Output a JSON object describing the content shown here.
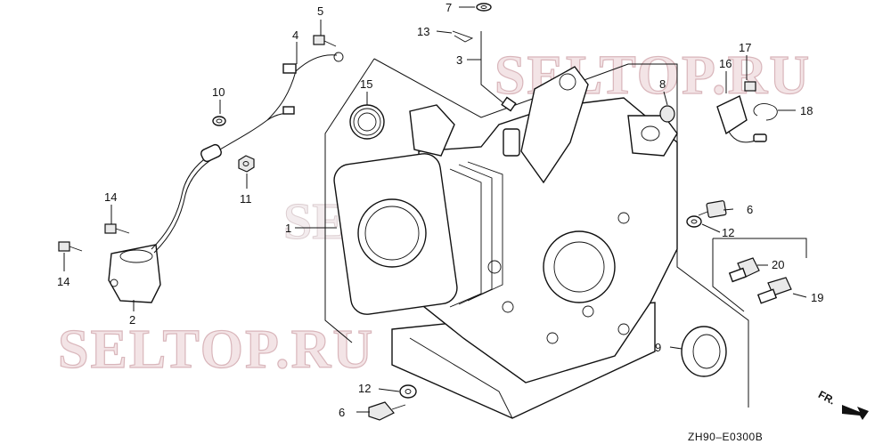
{
  "diagram": {
    "callouts": [
      {
        "id": "c1",
        "text": "1"
      },
      {
        "id": "c2",
        "text": "2"
      },
      {
        "id": "c3",
        "text": "3"
      },
      {
        "id": "c4",
        "text": "4"
      },
      {
        "id": "c5",
        "text": "5"
      },
      {
        "id": "c6a",
        "text": "6"
      },
      {
        "id": "c6b",
        "text": "6"
      },
      {
        "id": "c7",
        "text": "7"
      },
      {
        "id": "c8",
        "text": "8"
      },
      {
        "id": "c9",
        "text": "9"
      },
      {
        "id": "c10",
        "text": "10"
      },
      {
        "id": "c11",
        "text": "11"
      },
      {
        "id": "c12a",
        "text": "12"
      },
      {
        "id": "c12b",
        "text": "12"
      },
      {
        "id": "c13",
        "text": "13"
      },
      {
        "id": "c14a",
        "text": "14"
      },
      {
        "id": "c14b",
        "text": "14"
      },
      {
        "id": "c15",
        "text": "15"
      },
      {
        "id": "c16",
        "text": "16"
      },
      {
        "id": "c17",
        "text": "17"
      },
      {
        "id": "c18",
        "text": "18"
      },
      {
        "id": "c19",
        "text": "19"
      },
      {
        "id": "c20",
        "text": "20"
      }
    ],
    "drawing_code": "ZH90–E0300B",
    "front_indicator": "FR.",
    "watermark": "SELTOP.RU"
  }
}
